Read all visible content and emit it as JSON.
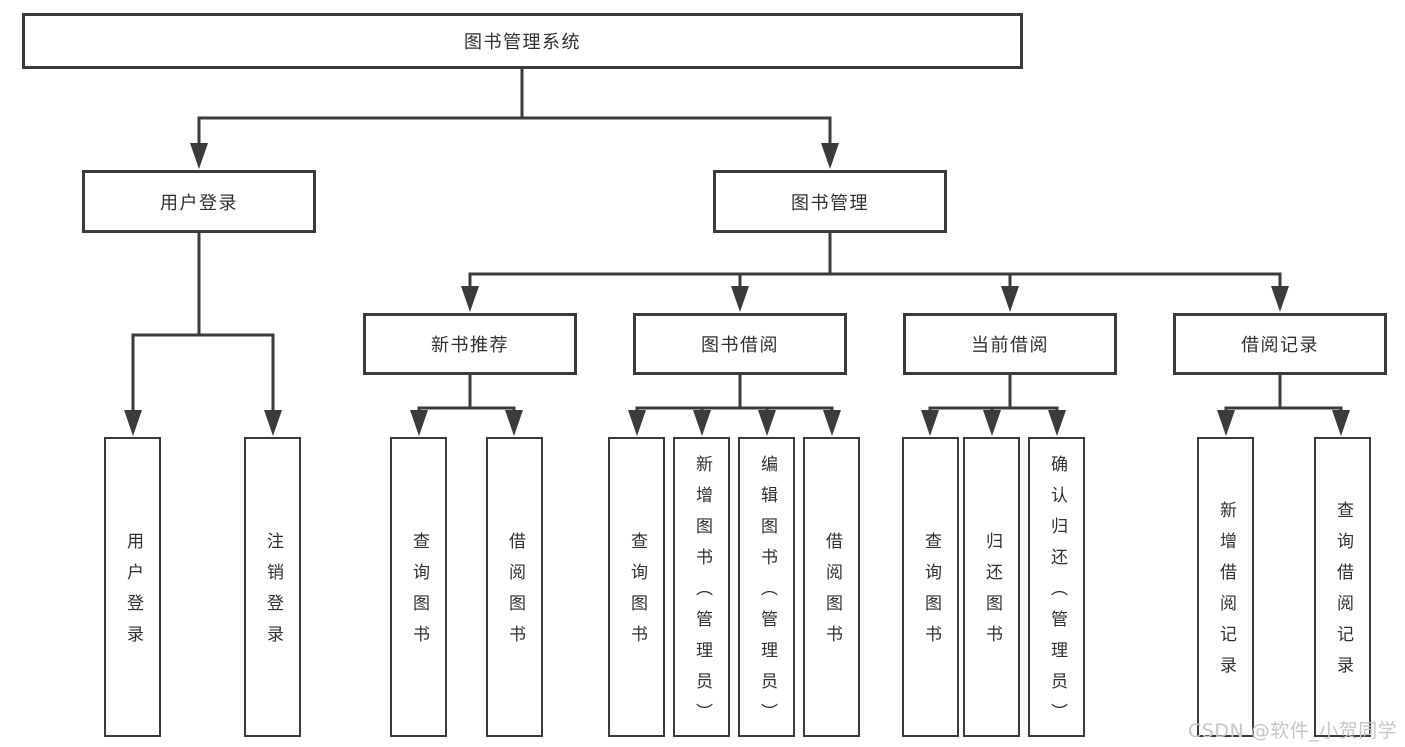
{
  "diagram": {
    "root": {
      "label": "图书管理系统"
    },
    "level2": [
      {
        "label": "用户登录",
        "children": [
          {
            "label": "用户登录"
          },
          {
            "label": "注销登录"
          }
        ]
      },
      {
        "label": "图书管理",
        "children": [
          {
            "label": "新书推荐",
            "children": [
              {
                "label": "查询图书"
              },
              {
                "label": "借阅图书"
              }
            ]
          },
          {
            "label": "图书借阅",
            "children": [
              {
                "label": "查询图书"
              },
              {
                "label": "新增图书（管理员）"
              },
              {
                "label": "编辑图书（管理员）"
              },
              {
                "label": "借阅图书"
              }
            ]
          },
          {
            "label": "当前借阅",
            "children": [
              {
                "label": "查询图书"
              },
              {
                "label": "归还图书"
              },
              {
                "label": "确认归还（管理员）"
              }
            ]
          },
          {
            "label": "借阅记录",
            "children": [
              {
                "label": "新增借阅记录"
              },
              {
                "label": "查询借阅记录"
              }
            ]
          }
        ]
      }
    ]
  },
  "watermark": {
    "text": "CSDN @软件_小贺同学"
  },
  "colors": {
    "line": "#3b3b3b",
    "border": "#3b3b3b",
    "text": "#303030",
    "watermark": "#c6c6c6",
    "background": "#ffffff"
  }
}
